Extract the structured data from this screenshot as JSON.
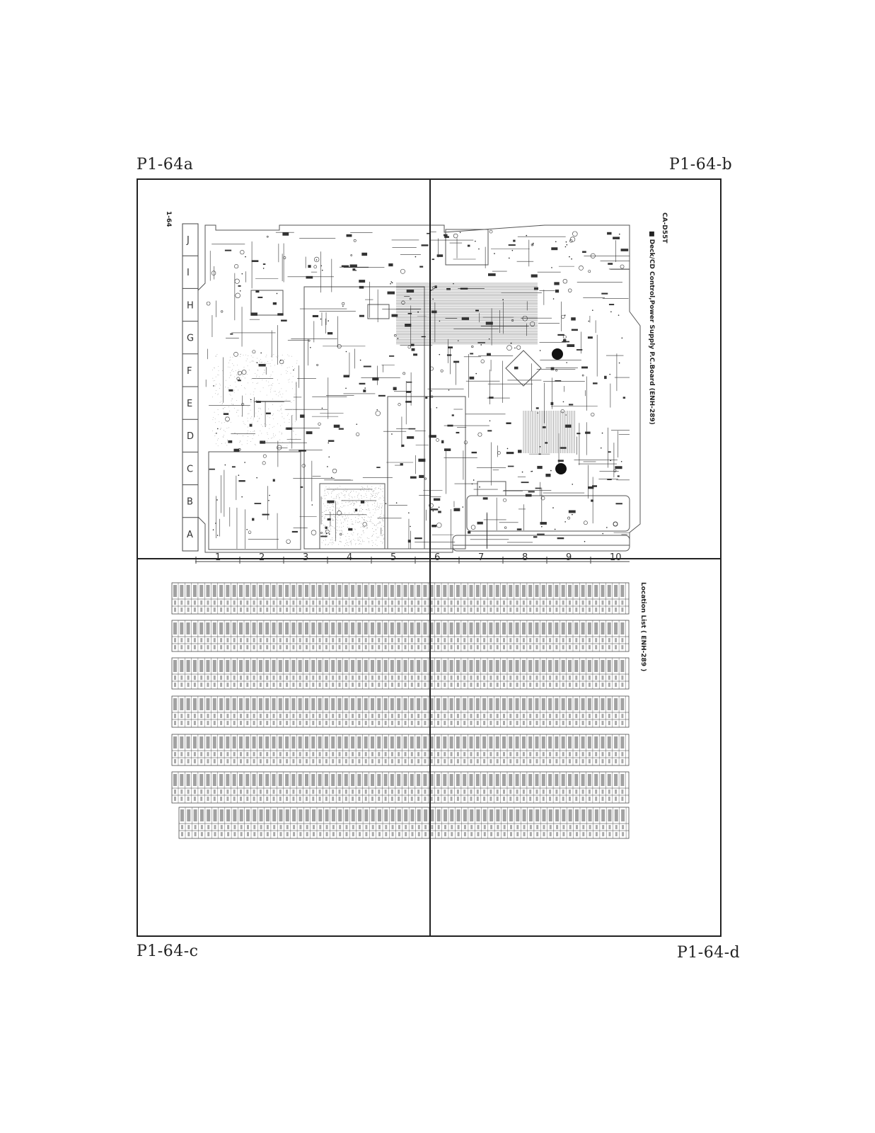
{
  "labels": {
    "a": "P1-64a",
    "b": "P1-64-b",
    "c": "P1-64-c",
    "d": "P1-64-d"
  },
  "schematic": {
    "page_ref": "1-64",
    "model": "CA-D55T",
    "title": "■ Deck/CD Control,Power Supply P.C.Board (ENH-289)",
    "row_labels": [
      "J",
      "I",
      "H",
      "G",
      "F",
      "E",
      "D",
      "C",
      "B",
      "A"
    ],
    "col_labels": [
      "1",
      "2",
      "3",
      "4",
      "5",
      "6",
      "7",
      "8",
      "9",
      "10"
    ]
  },
  "location_list": {
    "title": "Location List ( ENH-289 )",
    "header": [
      "Symbol",
      "X",
      "Y"
    ]
  }
}
